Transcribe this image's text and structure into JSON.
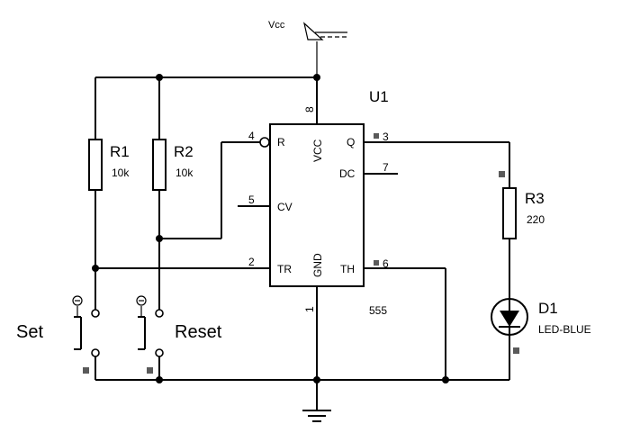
{
  "power": {
    "label": "Vcc"
  },
  "ic": {
    "ref": "U1",
    "part": "555",
    "pins": {
      "r": "R",
      "cv": "CV",
      "tr": "TR",
      "q": "Q",
      "dc": "DC",
      "th": "TH",
      "vcc": "VCC",
      "gnd": "GND"
    },
    "pin_numbers": {
      "p4": "4",
      "p5": "5",
      "p2": "2",
      "p3": "3",
      "p7": "7",
      "p6": "6",
      "p8": "8",
      "p1": "1"
    }
  },
  "resistors": [
    {
      "ref": "R1",
      "value": "10k"
    },
    {
      "ref": "R2",
      "value": "10k"
    },
    {
      "ref": "R3",
      "value": "220"
    }
  ],
  "led": {
    "ref": "D1",
    "value": "LED-BLUE"
  },
  "buttons": {
    "set": "Set",
    "reset": "Reset"
  },
  "colors": {
    "wire": "#000000",
    "probe": "#5a5a5a",
    "background": "#ffffff"
  }
}
